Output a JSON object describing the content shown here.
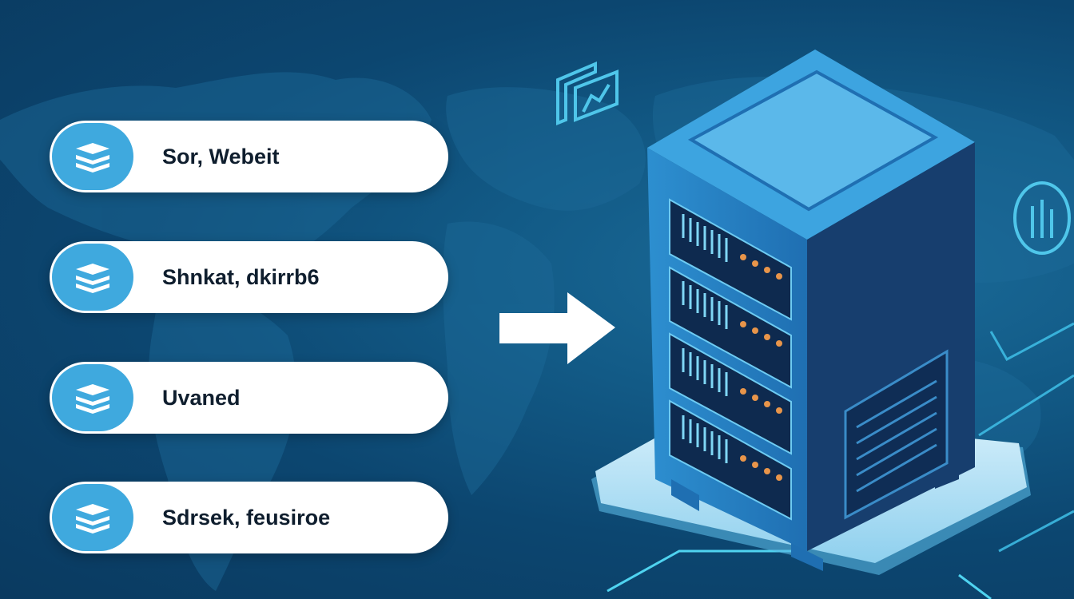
{
  "items": [
    {
      "label": "Sor, Webeit",
      "icon": "stack-icon"
    },
    {
      "label": "Shnkat, dkirrb6",
      "icon": "stack-icon"
    },
    {
      "label": "Uvaned",
      "icon": "stack-icon"
    },
    {
      "label": "Sdrsek, feusiroe",
      "icon": "stack-icon"
    }
  ],
  "colors": {
    "background": "#0c4670",
    "accent": "#3fa9de",
    "server_body": "#1a4f86",
    "led": "#e8954a"
  }
}
